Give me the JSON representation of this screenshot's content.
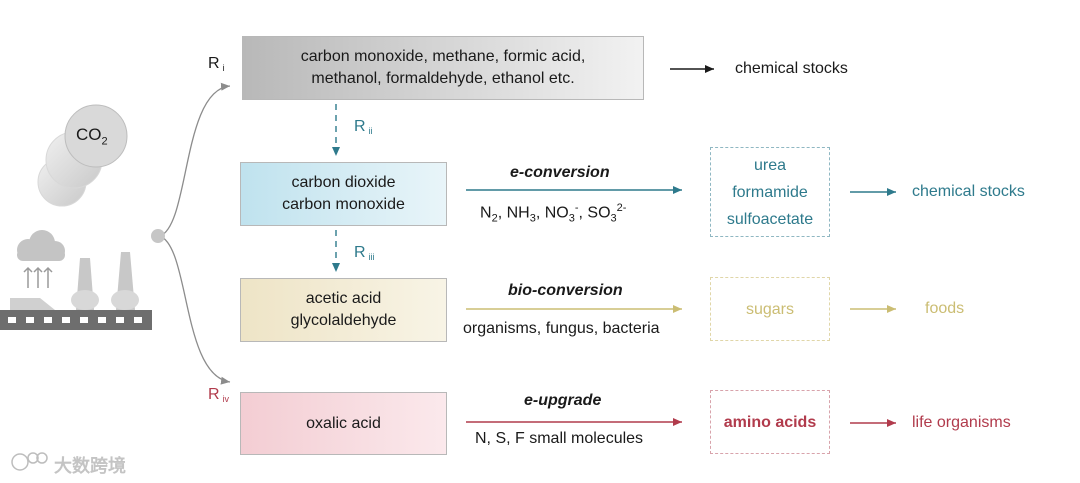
{
  "colors": {
    "teal": "#2e7a8c",
    "olive": "#cbbd73",
    "red": "#b13b4c",
    "gray_arrow": "#8c8c8c",
    "box_gray": "#cfcfcf",
    "box_blue": "#d6ecf3",
    "box_beige": "#f3ecd6",
    "box_pink": "#f6d8dc"
  },
  "icons": {
    "co2_cloud": "co2-bubble-icon",
    "factory": "factory-icon",
    "cloud": "cloud-icon",
    "watermark": "watermark-logo"
  },
  "co2_label": {
    "main": "CO",
    "sub": "2"
  },
  "routes": {
    "ri": {
      "label": "R",
      "sub": "i"
    },
    "rii": {
      "label": "R",
      "sub": "ii"
    },
    "riii": {
      "label": "R",
      "sub": "iii"
    },
    "riv": {
      "label": "R",
      "sub": "iv"
    }
  },
  "row1": {
    "box_lines": [
      "carbon monoxide, methane, formic acid,",
      "methanol, formaldehyde, ethanol etc."
    ],
    "output": "chemical stocks"
  },
  "row2": {
    "box_lines": [
      "carbon dioxide",
      "carbon monoxide"
    ],
    "process": "e-conversion",
    "reagents": {
      "n2": "N",
      "n2_sub": "2",
      "nh3": "NH",
      "nh3_sub": "3",
      "no3": "NO",
      "no3_sub": "3",
      "no3_sup": "-",
      "so3": "SO",
      "so3_sub": "3",
      "so3_sup": "2-"
    },
    "products": [
      "urea",
      "formamide",
      "sulfoacetate"
    ],
    "output": "chemical stocks"
  },
  "row3": {
    "box_lines": [
      "acetic acid",
      "glycolaldehyde"
    ],
    "process": "bio-conversion",
    "reagents": "organisms, fungus, bacteria",
    "products": [
      "sugars"
    ],
    "output": "foods"
  },
  "row4": {
    "box_lines": [
      "oxalic acid"
    ],
    "process": "e-upgrade",
    "reagents": "N, S, F small molecules",
    "products": [
      "amino acids"
    ],
    "output": "life organisms"
  },
  "watermark_text": "大数跨境"
}
